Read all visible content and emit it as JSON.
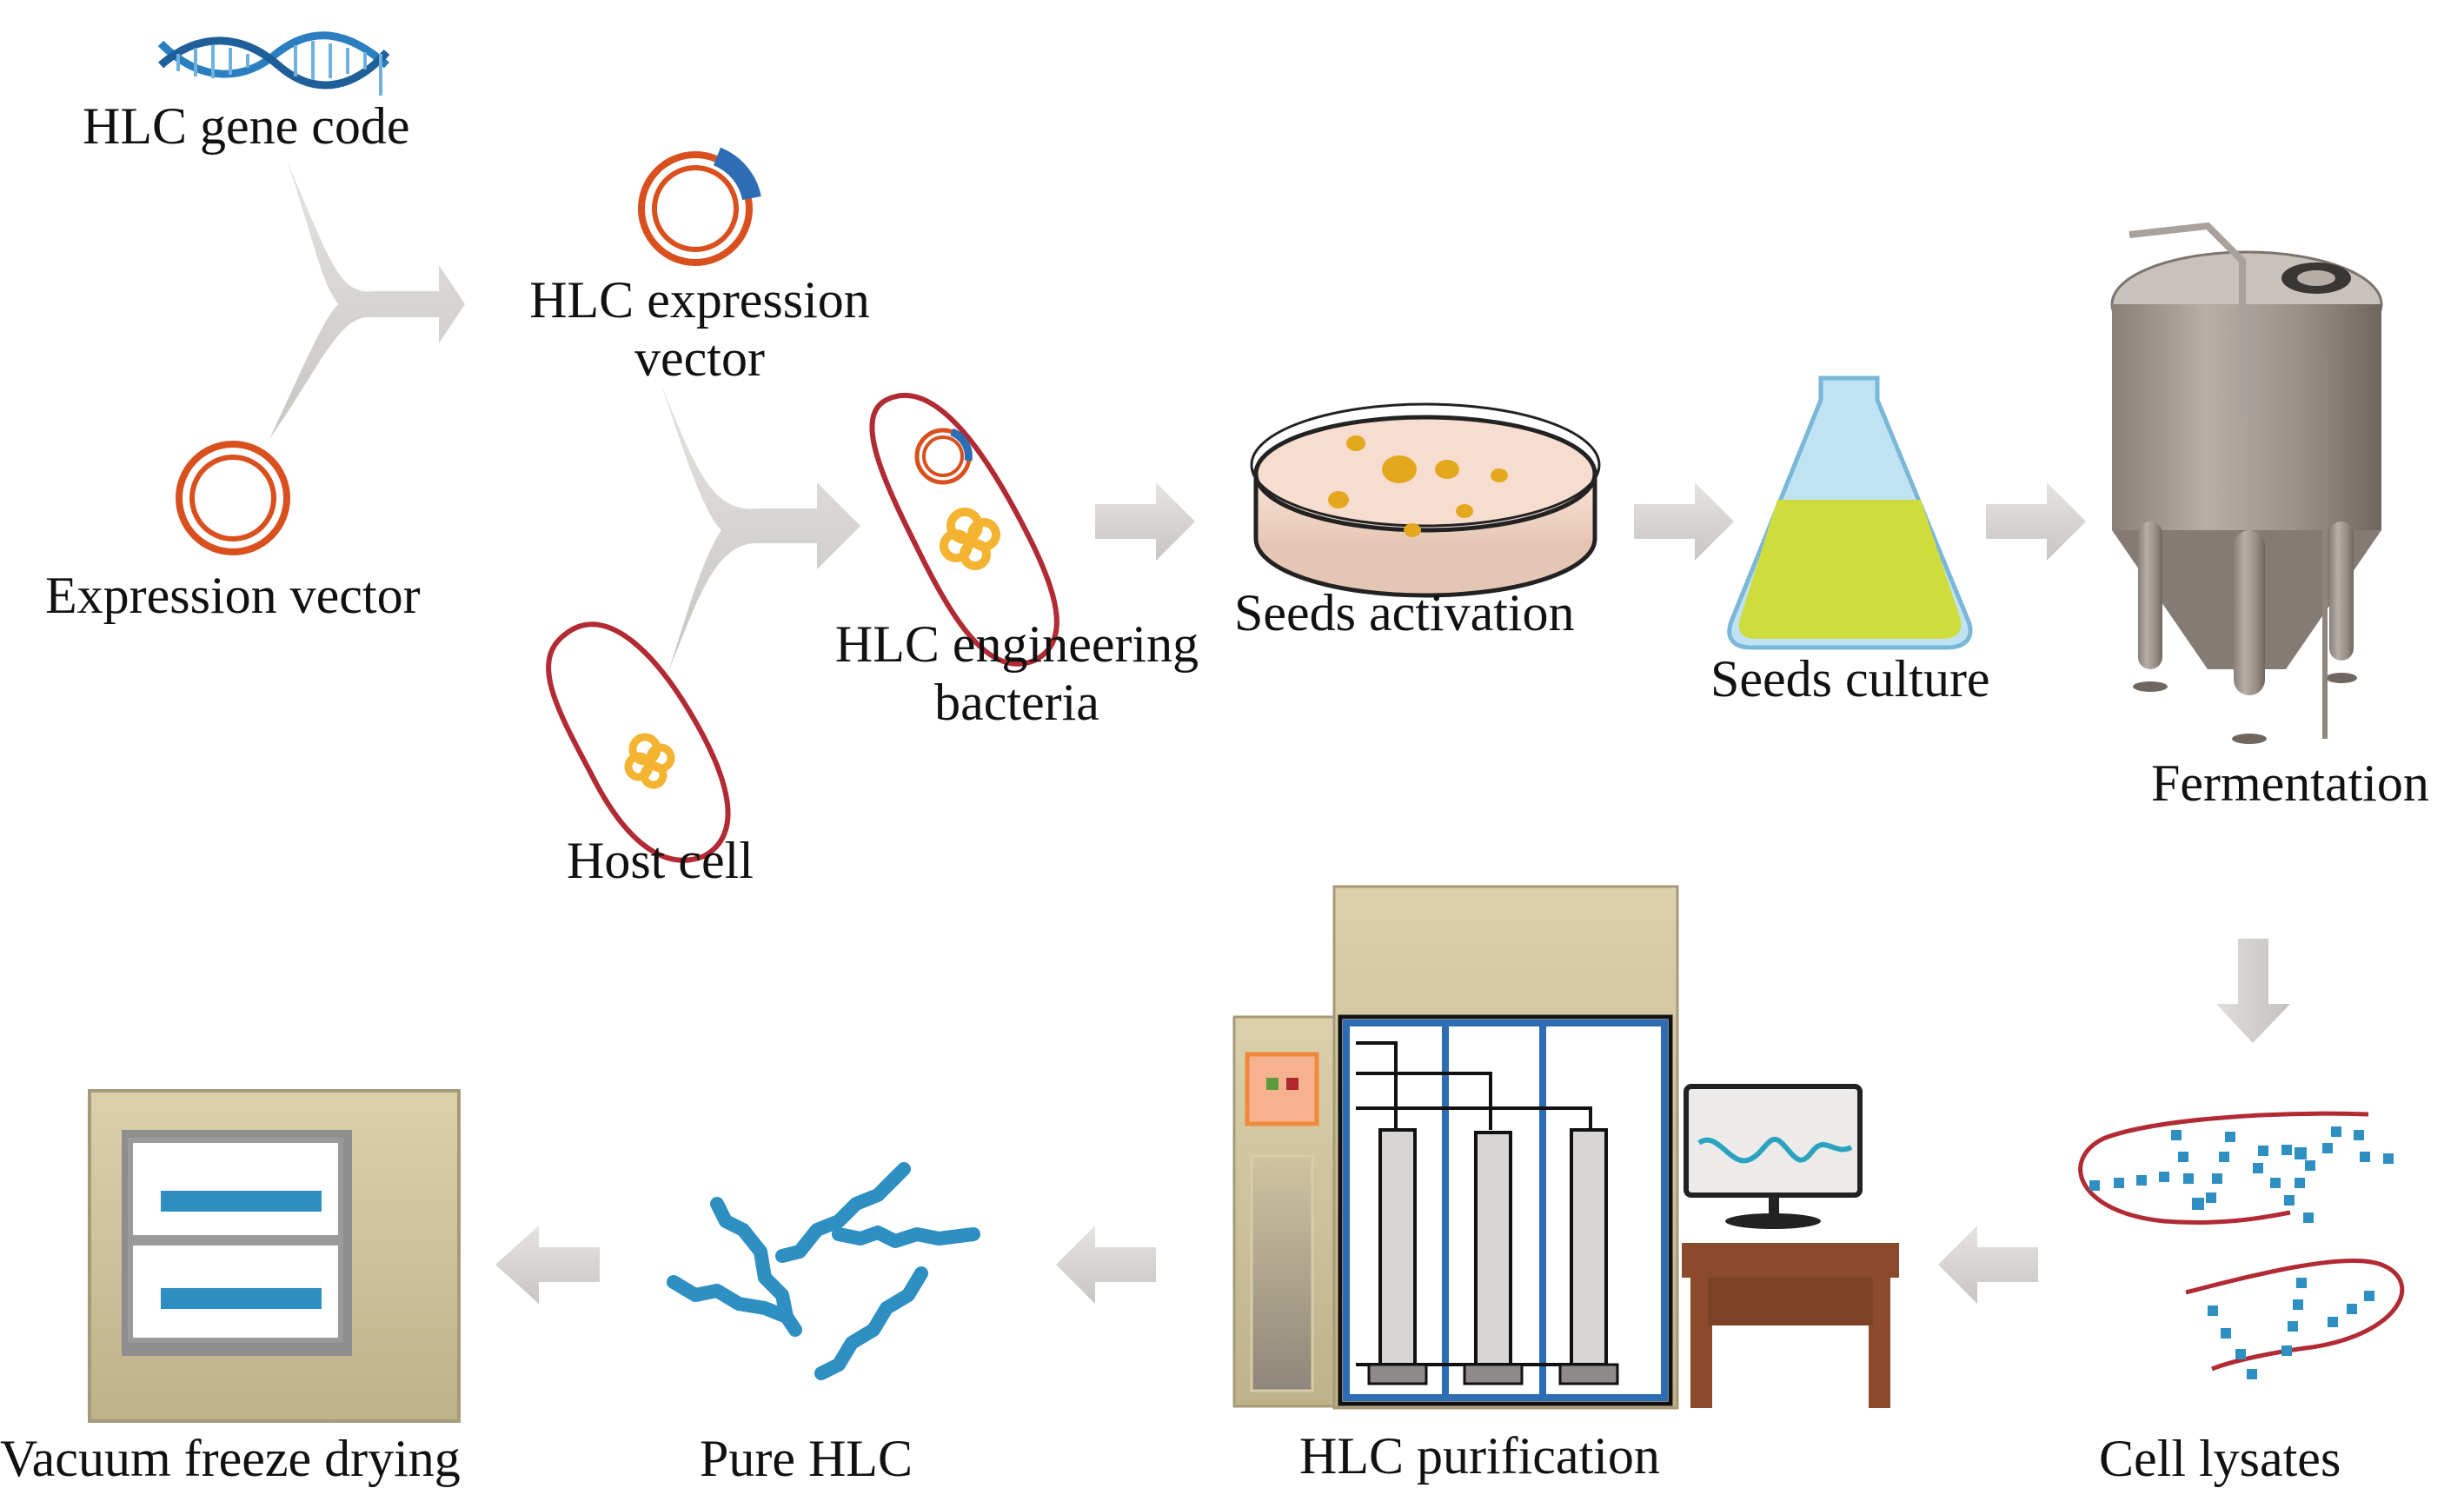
{
  "diagram": {
    "type": "process-flow",
    "title": "HLC production workflow",
    "colors": {
      "arrow": "#d2d0cd",
      "plasmid_orange": "#d9501e",
      "plasmid_insert_blue": "#2e6db4",
      "cell_membrane": "#b22a33",
      "nucleoid_yellow": "#f4b431",
      "dna_blue": "#2a7fc1",
      "media_green": "#cfdc3e",
      "flask_glass": "#bfe3f2",
      "cabinet_khaki": "#cbbd98",
      "protein_blue": "#2d8fc2",
      "table_brown": "#8b4a2b",
      "petri_media": "#f6ddd0"
    },
    "steps": [
      {
        "id": "gene",
        "label": "HLC gene code",
        "icon": "dna-helix-icon"
      },
      {
        "id": "vector",
        "label": "Expression vector",
        "icon": "plasmid-icon"
      },
      {
        "id": "hlc-vector",
        "label_lines": [
          "HLC expression",
          "vector"
        ],
        "icon": "recombinant-plasmid-icon"
      },
      {
        "id": "host",
        "label": "Host cell",
        "icon": "bacterium-icon"
      },
      {
        "id": "engineered",
        "label_lines": [
          "HLC engineering",
          "bacteria"
        ],
        "icon": "engineered-bacterium-icon"
      },
      {
        "id": "activation",
        "label": "Seeds activation",
        "icon": "petri-dish-icon"
      },
      {
        "id": "culture",
        "label": "Seeds culture",
        "icon": "erlenmeyer-flask-icon"
      },
      {
        "id": "fermentation",
        "label": "Fermentation",
        "icon": "fermenter-tank-icon"
      },
      {
        "id": "lysates",
        "label": "Cell lysates",
        "icon": "lysed-cell-icon"
      },
      {
        "id": "purification",
        "label": "HLC purification",
        "icon": "chromatography-system-icon"
      },
      {
        "id": "pure",
        "label": "Pure HLC",
        "icon": "collagen-fibers-icon"
      },
      {
        "id": "drying",
        "label": "Vacuum freeze drying",
        "icon": "freeze-dryer-icon"
      }
    ],
    "connections": [
      {
        "from": [
          "gene",
          "vector"
        ],
        "to": "hlc-vector",
        "style": "merge-arrow"
      },
      {
        "from": [
          "hlc-vector",
          "host"
        ],
        "to": "engineered",
        "style": "merge-arrow"
      },
      {
        "from": "engineered",
        "to": "activation",
        "direction": "right"
      },
      {
        "from": "activation",
        "to": "culture",
        "direction": "right"
      },
      {
        "from": "culture",
        "to": "fermentation",
        "direction": "right"
      },
      {
        "from": "fermentation",
        "to": "lysates",
        "direction": "down"
      },
      {
        "from": "lysates",
        "to": "purification",
        "direction": "left"
      },
      {
        "from": "purification",
        "to": "pure",
        "direction": "left"
      },
      {
        "from": "pure",
        "to": "drying",
        "direction": "left"
      }
    ]
  }
}
